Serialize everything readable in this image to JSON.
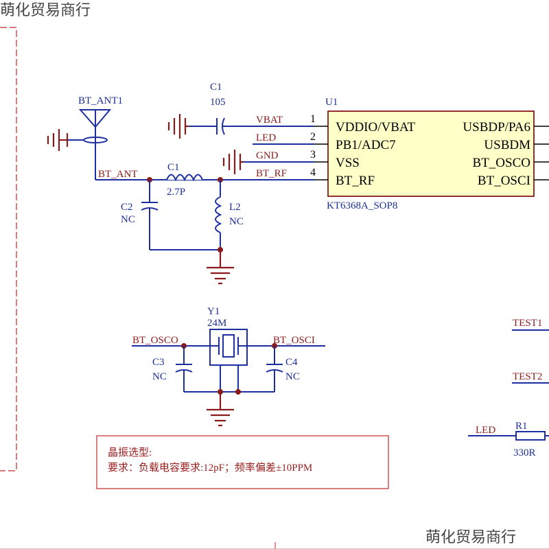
{
  "watermark": "萌化贸易商行",
  "antenna": {
    "ref": "BT_ANT1"
  },
  "c1_top": {
    "ref": "C1",
    "value": "105"
  },
  "c1_mid": {
    "ref": "C1",
    "value": "2.7P"
  },
  "c2": {
    "ref": "C2",
    "value": "NC"
  },
  "l2": {
    "ref": "L2",
    "value": "NC"
  },
  "ic": {
    "ref": "U1",
    "part": "KT6368A_SOP8",
    "left_pins": [
      {
        "num": "1",
        "name": "VDDIO/VBAT",
        "net": "VBAT"
      },
      {
        "num": "2",
        "name": "PB1/ADC7",
        "net": "LED"
      },
      {
        "num": "3",
        "name": "VSS",
        "net": "GND"
      },
      {
        "num": "4",
        "name": "BT_RF",
        "net": "BT_RF"
      }
    ],
    "right_pins": [
      "USBDP/PA6",
      "USBDM",
      "BT_OSCO",
      "BT_OSCI"
    ]
  },
  "bt_ant_net": "BT_ANT",
  "crystal": {
    "ref": "Y1",
    "value": "24M",
    "net_left": "BT_OSCO",
    "net_right": "BT_OSCI"
  },
  "c3": {
    "ref": "C3",
    "value": "NC"
  },
  "c4": {
    "ref": "C4",
    "value": "NC"
  },
  "test_nets": [
    "TEST1",
    "TEST2"
  ],
  "r1": {
    "ref": "R1",
    "value": "330R",
    "net": "LED"
  },
  "note": {
    "title": "晶振选型:",
    "text": "要求：负载电容要求:12pF；频率偏差±10PPM"
  }
}
